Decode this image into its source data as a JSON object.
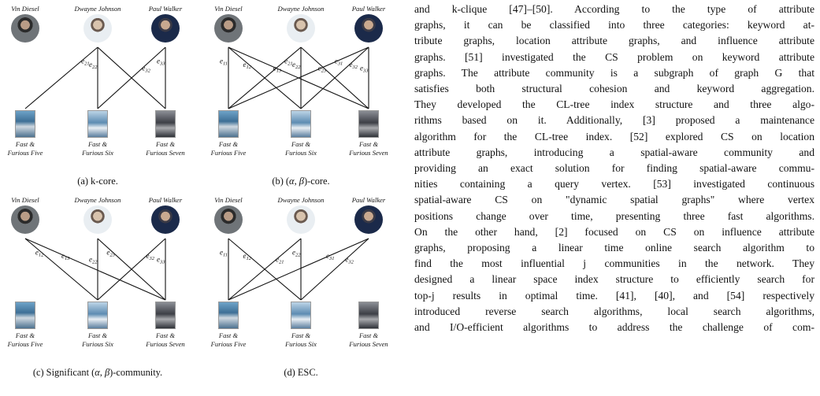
{
  "actors": [
    "Vin Diesel",
    "Dwayne Johnson",
    "Paul Walker"
  ],
  "movies": [
    {
      "line1": "Fast &",
      "line2": "Furious Five"
    },
    {
      "line1": "Fast &",
      "line2": "Furious Six"
    },
    {
      "line1": "Fast &",
      "line2": "Furious Seven"
    }
  ],
  "panels": [
    {
      "caption": "(a) k-core.",
      "edges": [
        {
          "label": "e21",
          "from_actor": 1,
          "to_movie": 0
        },
        {
          "label": "e22",
          "from_actor": 1,
          "to_movie": 1
        },
        {
          "label": "e32",
          "from_actor": 2,
          "to_movie": 1
        },
        {
          "label": "e33",
          "from_actor": 2,
          "to_movie": 2
        },
        {
          "label": "",
          "from_actor": 1,
          "to_movie": 2
        }
      ]
    },
    {
      "caption": "(b) (α, β)-core.",
      "edges": [
        {
          "label": "e11",
          "from_actor": 0,
          "to_movie": 0
        },
        {
          "label": "e12",
          "from_actor": 0,
          "to_movie": 1
        },
        {
          "label": "e13",
          "from_actor": 0,
          "to_movie": 2
        },
        {
          "label": "e21",
          "from_actor": 1,
          "to_movie": 0
        },
        {
          "label": "e22",
          "from_actor": 1,
          "to_movie": 1
        },
        {
          "label": "e23",
          "from_actor": 1,
          "to_movie": 2
        },
        {
          "label": "e31",
          "from_actor": 2,
          "to_movie": 0
        },
        {
          "label": "e32",
          "from_actor": 2,
          "to_movie": 1
        },
        {
          "label": "e33",
          "from_actor": 2,
          "to_movie": 2
        }
      ]
    },
    {
      "caption": "(c) Significant (α, β)-community.",
      "edges": [
        {
          "label": "e12",
          "from_actor": 0,
          "to_movie": 1
        },
        {
          "label": "e13",
          "from_actor": 0,
          "to_movie": 2
        },
        {
          "label": "e22",
          "from_actor": 1,
          "to_movie": 1
        },
        {
          "label": "e23",
          "from_actor": 1,
          "to_movie": 2
        },
        {
          "label": "e32",
          "from_actor": 2,
          "to_movie": 1
        },
        {
          "label": "e33",
          "from_actor": 2,
          "to_movie": 2
        }
      ]
    },
    {
      "caption": "(d) ESC.",
      "edges": [
        {
          "label": "e11",
          "from_actor": 0,
          "to_movie": 0
        },
        {
          "label": "e12",
          "from_actor": 0,
          "to_movie": 1
        },
        {
          "label": "e21",
          "from_actor": 1,
          "to_movie": 0
        },
        {
          "label": "e22",
          "from_actor": 1,
          "to_movie": 1
        },
        {
          "label": "e31",
          "from_actor": 2,
          "to_movie": 0
        },
        {
          "label": "e32",
          "from_actor": 2,
          "to_movie": 1
        }
      ]
    }
  ],
  "body_lines": [
    "and k-clique [47]–[50]. According to the type of attribute",
    "graphs, it can be classified into three categories: keyword at-",
    "tribute graphs, location attribute graphs, and influence attribute",
    "graphs. [51] investigated the CS problem on keyword attribute",
    "graphs. The attribute community is a subgraph of graph G that",
    "satisfies both structural cohesion and keyword aggregation.",
    "They developed the CL-tree index structure and three algo-",
    "rithms based on it. Additionally, [3] proposed a maintenance",
    "algorithm for the CL-tree index. [52] explored CS on location",
    "attribute graphs, introducing a spatial-aware community and",
    "providing an exact solution for finding spatial-aware commu-",
    "nities containing a query vertex. [53] investigated continuous",
    "spatial-aware CS on \"dynamic spatial graphs\" where vertex",
    "positions change over time, presenting three fast algorithms.",
    "On the other hand, [2] focused on CS on influence attribute",
    "graphs, proposing a linear time online search algorithm to",
    "find the most influential j communities in the network. They",
    "designed a linear space index structure to efficiently search for",
    "top-j results in optimal time. [41], [40], and [54] respectively",
    "introduced reverse search algorithms, local search algorithms,",
    "and I/O-efficient algorithms to address the challenge of com-"
  ]
}
